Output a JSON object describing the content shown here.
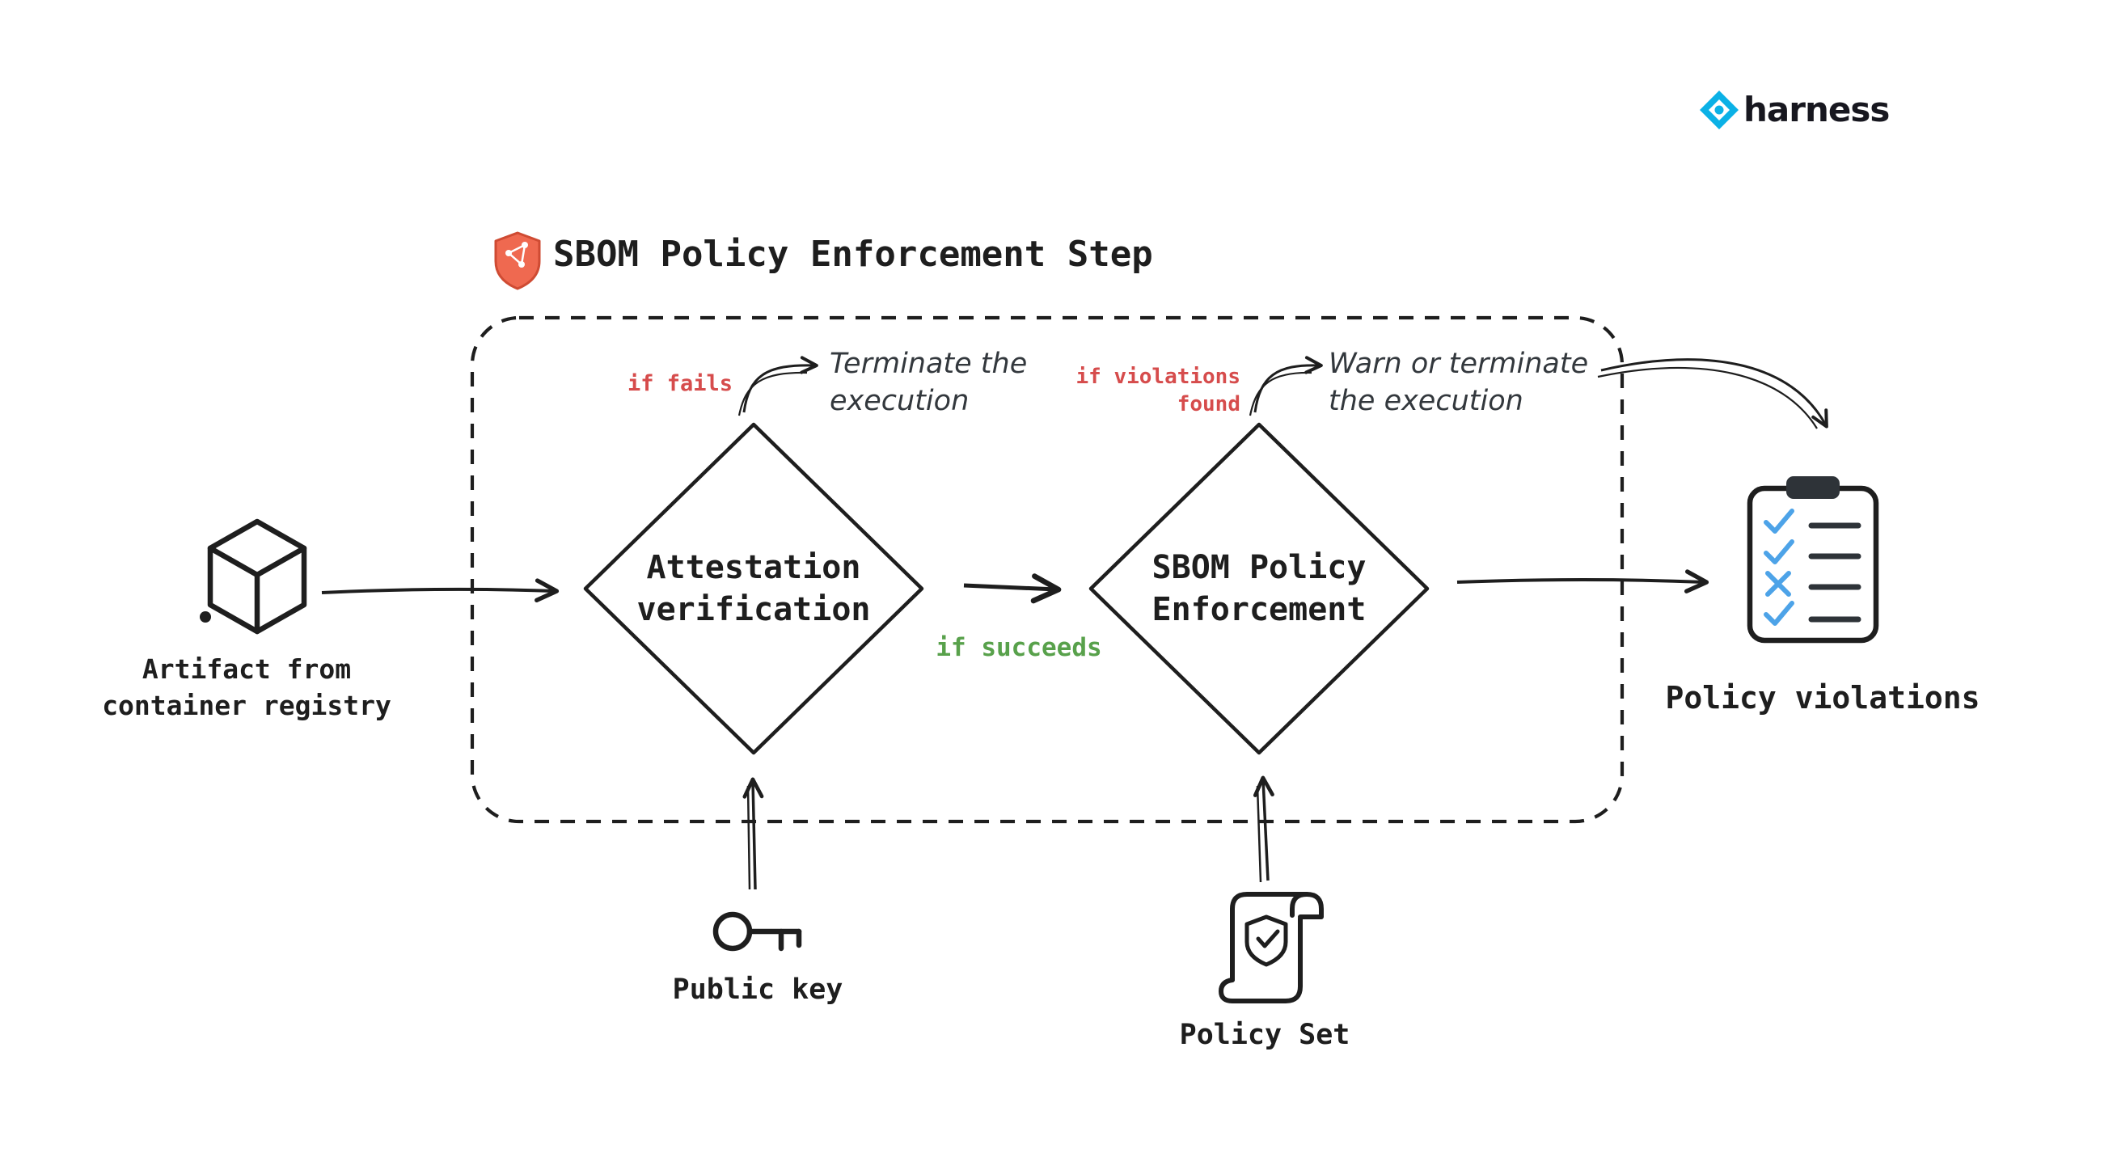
{
  "brand": {
    "wordmark": "harness"
  },
  "header": {
    "title": "SBOM Policy Enforcement Step"
  },
  "nodes": {
    "artifact": {
      "label": "Artifact from\ncontainer registry"
    },
    "attestation": {
      "label": "Attestation\nverification"
    },
    "sbom_policy": {
      "label": "SBOM Policy\nEnforcement"
    },
    "public_key": {
      "label": "Public key"
    },
    "policy_set": {
      "label": "Policy Set"
    },
    "policy_violations": {
      "label": "Policy violations"
    }
  },
  "annotations": {
    "if_fails": "if fails",
    "terminate_execution": "Terminate the\nexecution",
    "if_violations_found": "if violations\nfound",
    "warn_or_terminate": "Warn or terminate\nthe execution",
    "if_succeeds": "if succeeds"
  },
  "colors": {
    "ink": "#1e1e1e",
    "fail_red": "#d64c4c",
    "success_green": "#58a14b",
    "check_blue": "#4da3e8",
    "brand_blue": "#0bb1e6",
    "shield_orange": "#ef6950"
  }
}
